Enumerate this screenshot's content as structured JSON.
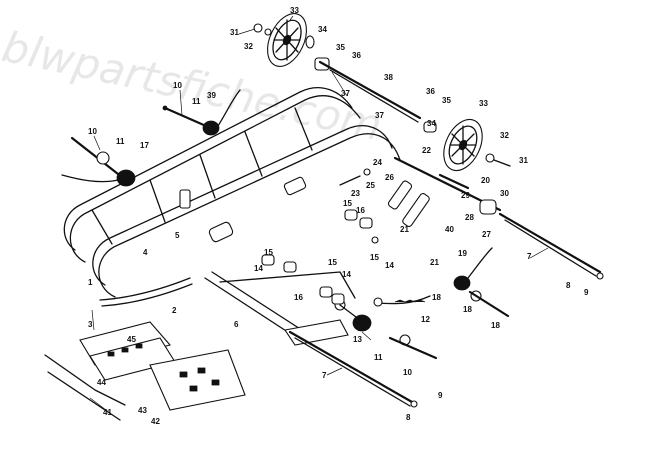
{
  "watermark": "blwpartsfiche.com",
  "callouts": [
    {
      "id": "c33a",
      "label": "33"
    },
    {
      "id": "c31a",
      "label": "31"
    },
    {
      "id": "c32a",
      "label": "32"
    },
    {
      "id": "c34a",
      "label": "34"
    },
    {
      "id": "c35a",
      "label": "35"
    },
    {
      "id": "c36a",
      "label": "36"
    },
    {
      "id": "c38",
      "label": "38"
    },
    {
      "id": "c37a",
      "label": "37"
    },
    {
      "id": "c37b",
      "label": "37"
    },
    {
      "id": "c36b",
      "label": "36"
    },
    {
      "id": "c35b",
      "label": "35"
    },
    {
      "id": "c34b",
      "label": "34"
    },
    {
      "id": "c33b",
      "label": "33"
    },
    {
      "id": "c32b",
      "label": "32"
    },
    {
      "id": "c31b",
      "label": "31"
    },
    {
      "id": "c10a",
      "label": "10"
    },
    {
      "id": "c11a",
      "label": "11"
    },
    {
      "id": "c39",
      "label": "39"
    },
    {
      "id": "c10b",
      "label": "10"
    },
    {
      "id": "c11b",
      "label": "11"
    },
    {
      "id": "c17",
      "label": "17"
    },
    {
      "id": "c22",
      "label": "22"
    },
    {
      "id": "c24",
      "label": "24"
    },
    {
      "id": "c26",
      "label": "26"
    },
    {
      "id": "c25",
      "label": "25"
    },
    {
      "id": "c23",
      "label": "23"
    },
    {
      "id": "c20",
      "label": "20"
    },
    {
      "id": "c30",
      "label": "30"
    },
    {
      "id": "c29",
      "label": "29"
    },
    {
      "id": "c28",
      "label": "28"
    },
    {
      "id": "c27",
      "label": "27"
    },
    {
      "id": "c40",
      "label": "40"
    },
    {
      "id": "c15a",
      "label": "15"
    },
    {
      "id": "c16a",
      "label": "16"
    },
    {
      "id": "c21a",
      "label": "21"
    },
    {
      "id": "c15b",
      "label": "15"
    },
    {
      "id": "c14a",
      "label": "14"
    },
    {
      "id": "c21b",
      "label": "21"
    },
    {
      "id": "c5",
      "label": "5"
    },
    {
      "id": "c4",
      "label": "4"
    },
    {
      "id": "c15c",
      "label": "15"
    },
    {
      "id": "c14b",
      "label": "14"
    },
    {
      "id": "c15d",
      "label": "15"
    },
    {
      "id": "c14c",
      "label": "14"
    },
    {
      "id": "c16b",
      "label": "16"
    },
    {
      "id": "c7a",
      "label": "7"
    },
    {
      "id": "c19",
      "label": "19"
    },
    {
      "id": "c18a",
      "label": "18"
    },
    {
      "id": "c12",
      "label": "12"
    },
    {
      "id": "c18b",
      "label": "18"
    },
    {
      "id": "c8a",
      "label": "8"
    },
    {
      "id": "c9a",
      "label": "9"
    },
    {
      "id": "c18c",
      "label": "18"
    },
    {
      "id": "c1",
      "label": "1"
    },
    {
      "id": "c2",
      "label": "2"
    },
    {
      "id": "c3",
      "label": "3"
    },
    {
      "id": "c6",
      "label": "6"
    },
    {
      "id": "c13",
      "label": "13"
    },
    {
      "id": "c45",
      "label": "45"
    },
    {
      "id": "c44",
      "label": "44"
    },
    {
      "id": "c11c",
      "label": "11"
    },
    {
      "id": "c10c",
      "label": "10"
    },
    {
      "id": "c7b",
      "label": "7"
    },
    {
      "id": "c41",
      "label": "41"
    },
    {
      "id": "c43",
      "label": "43"
    },
    {
      "id": "c42",
      "label": "42"
    },
    {
      "id": "c8b",
      "label": "8"
    },
    {
      "id": "c9b",
      "label": "9"
    }
  ]
}
